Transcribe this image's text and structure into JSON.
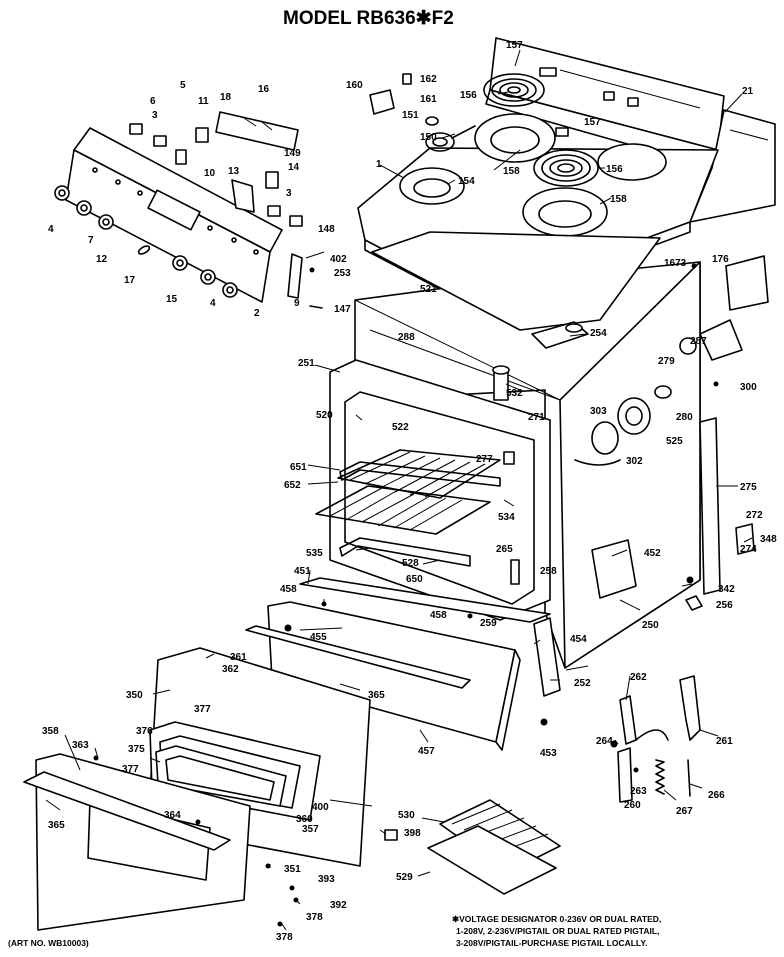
{
  "title": "MODEL RB636✱F2",
  "art_no": "(ART NO. WB10003)",
  "note_lines": [
    "✱VOLTAGE DESIGNATOR 0-236V OR DUAL RATED,",
    "1-208V, 2-236V/PIGTAIL OR DUAL RATED PIGTAIL,",
    "3-208V/PIGTAIL-PURCHASE PIGTAIL LOCALLY."
  ],
  "callouts": {
    "c157a": "157",
    "c162": "162",
    "c160": "160",
    "c161": "161",
    "c156a": "156",
    "c151": "151",
    "c157b": "157",
    "c21": "21",
    "c150": "150",
    "c156b": "156",
    "c1": "1",
    "c154": "154",
    "c158a": "158",
    "c158b": "158",
    "c5": "5",
    "c6": "6",
    "c11": "11",
    "c18": "18",
    "c16": "16",
    "c3a": "3",
    "c149": "149",
    "c10": "10",
    "c14": "14",
    "c13": "13",
    "c3b": "3",
    "c4a": "4",
    "c7": "7",
    "c12": "12",
    "c148": "148",
    "c402": "402",
    "c253": "253",
    "c1673": "1673",
    "c176": "176",
    "c17": "17",
    "c15": "15",
    "c4b": "4",
    "c2": "2",
    "c9": "9",
    "c147": "147",
    "c521": "521",
    "c288": "288",
    "c254": "254",
    "c287": "287",
    "c279": "279",
    "c251": "251",
    "c532": "532",
    "c300": "300",
    "c271": "271",
    "c280": "280",
    "c520": "520",
    "c522": "522",
    "c303": "303",
    "c525": "525",
    "c651": "651",
    "c277": "277",
    "c302": "302",
    "c652": "652",
    "c275": "275",
    "c534": "534",
    "c272": "272",
    "c348": "348",
    "c274": "274",
    "c528": "528",
    "c265": "265",
    "c452": "452",
    "c535": "535",
    "c650": "650",
    "c258": "258",
    "c451": "451",
    "c458a": "458",
    "c342": "342",
    "c256": "256",
    "c458b": "458",
    "c259": "259",
    "c250": "250",
    "c455": "455",
    "c454": "454",
    "c361": "361",
    "c362": "362",
    "c252": "252",
    "c262": "262",
    "c350": "350",
    "c365a": "365",
    "c377a": "377",
    "c376": "376",
    "c261": "261",
    "c358": "358",
    "c363": "363",
    "c375": "375",
    "c457": "457",
    "c453": "453",
    "c264": "264",
    "c377b": "377",
    "c400": "400",
    "c263": "263",
    "c360": "360",
    "c266": "266",
    "c365b": "365",
    "c364": "364",
    "c357": "357",
    "c260": "260",
    "c267": "267",
    "c530": "530",
    "c398": "398",
    "c351": "351",
    "c529": "529",
    "c393": "393",
    "c392": "392",
    "c378a": "378",
    "c378b": "378"
  }
}
